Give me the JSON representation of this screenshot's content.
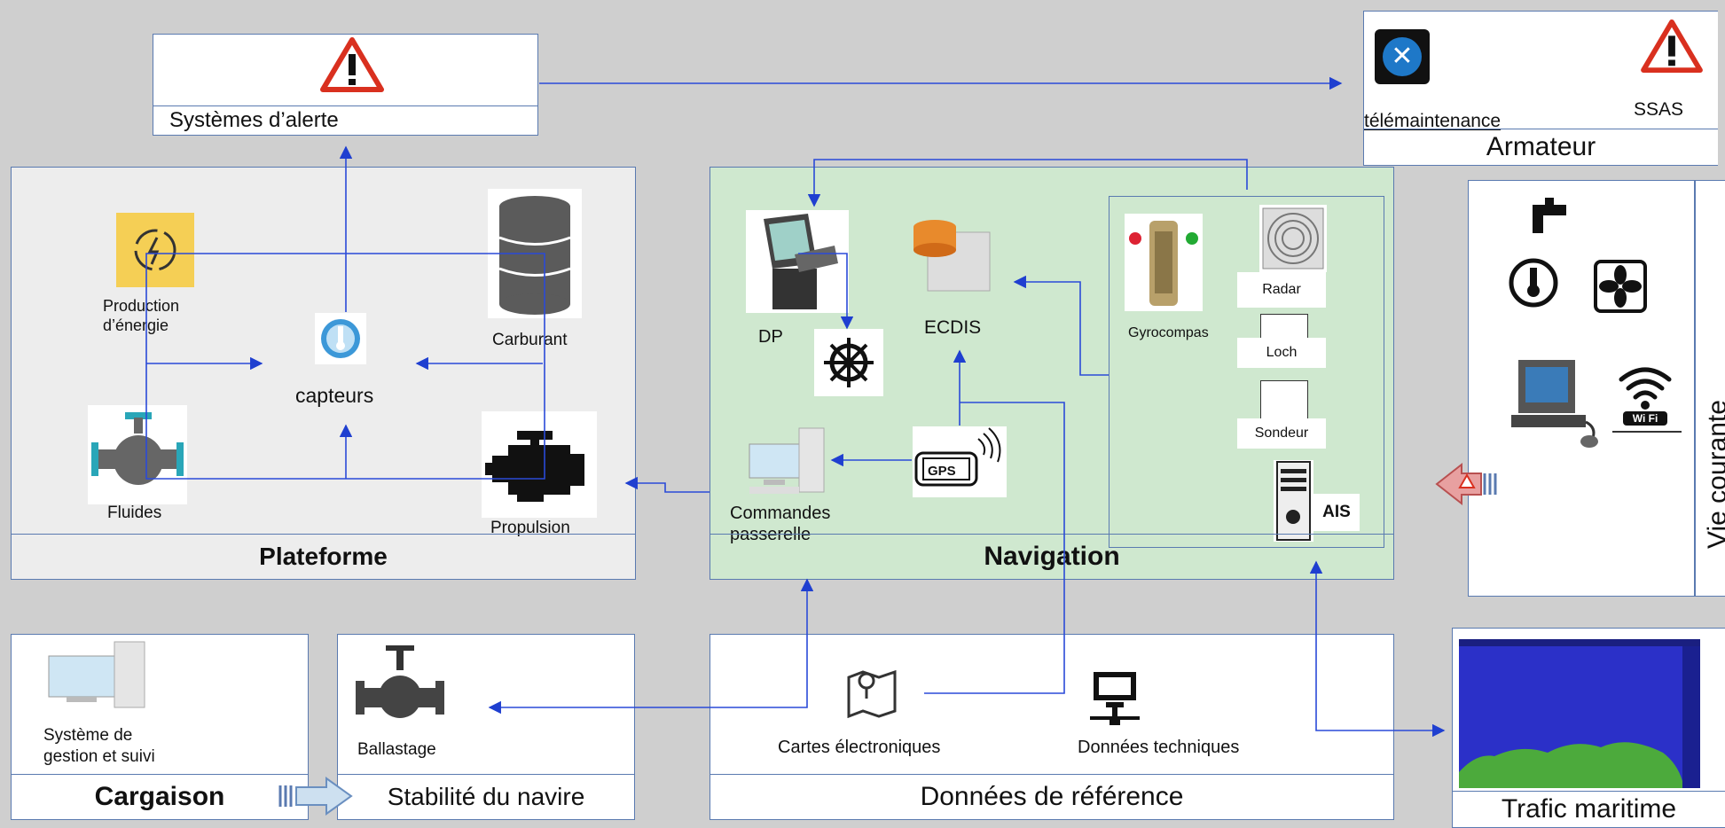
{
  "alert_box": {
    "title": "Systèmes d’alerte"
  },
  "armateur": {
    "title": "Armateur",
    "telemaintenance": "télémaintenance",
    "ssas": "SSAS"
  },
  "plateforme": {
    "title": "Plateforme",
    "production": "Production\nd’énergie",
    "carburant": "Carburant",
    "capteurs": "capteurs",
    "fluides": "Fluides",
    "propulsion": "Propulsion"
  },
  "navigation": {
    "title": "Navigation",
    "dp": "DP",
    "ecdis": "ECDIS",
    "gyrocompas": "Gyrocompas",
    "radar": "Radar",
    "loch": "Loch",
    "sondeur": "Sondeur",
    "ais": "AIS",
    "gps": "GPS",
    "commandes": "Commandes\npasserelle"
  },
  "vie_courante": {
    "title": "Vie courante",
    "wifi": "Wi Fi"
  },
  "cargaison": {
    "title": "Cargaison",
    "systeme": "Système de\ngestion et suivi"
  },
  "stabilite": {
    "title": "Stabilité du navire",
    "ballastage": "Ballastage"
  },
  "donnees": {
    "title": "Données de référence",
    "cartes": "Cartes électroniques",
    "techniques": "Données techniques"
  },
  "trafic": {
    "title": "Trafic maritime"
  },
  "colors": {
    "line": "#1f3fd0",
    "border": "#5a7ab0",
    "nav_bg": "#cfe8cf",
    "plat_bg": "#ededed",
    "alert_red": "#d9301f"
  }
}
